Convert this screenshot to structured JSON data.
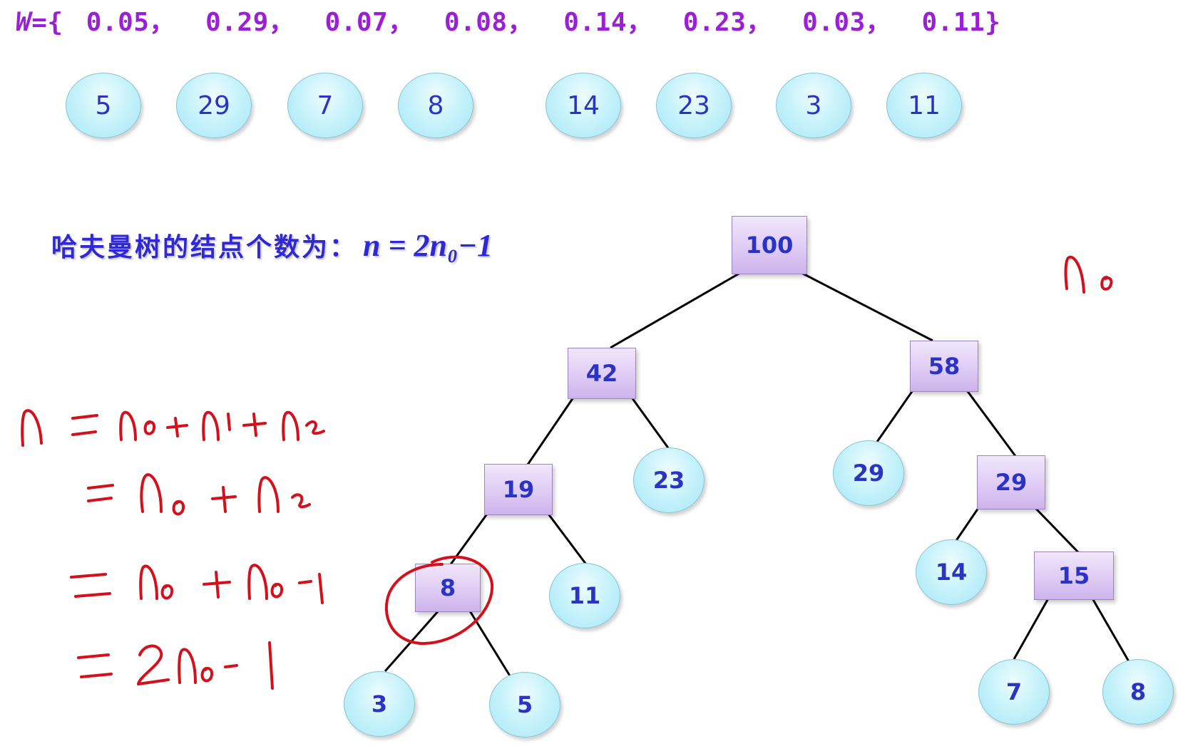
{
  "weights": {
    "var": "W",
    "open": "={",
    "items": [
      "0.05，",
      "0.29，",
      "0.07，",
      "0.08，",
      "0.14，",
      "0.23，",
      "0.03，",
      "0.11"
    ],
    "close": "}"
  },
  "leaf_nodes": [
    "5",
    "29",
    "7",
    "8",
    "14",
    "23",
    "3",
    "11"
  ],
  "formula": {
    "label": "哈夫曼树的结点个数为：",
    "expression": "n = 2n₀−1"
  },
  "tree": {
    "nodes": {
      "root": "100",
      "n42": "42",
      "n58": "58",
      "n19": "19",
      "n23": "23",
      "n29_leaf": "29",
      "n29_inner": "29",
      "n8_inner": "8",
      "n11": "11",
      "n14": "14",
      "n15": "15",
      "n3": "3",
      "n5": "5",
      "n7": "7",
      "n8_leaf": "8"
    },
    "edges": [
      [
        "root",
        "n42"
      ],
      [
        "root",
        "n58"
      ],
      [
        "n42",
        "n19"
      ],
      [
        "n42",
        "n23"
      ],
      [
        "n58",
        "n29_leaf"
      ],
      [
        "n58",
        "n29_inner"
      ],
      [
        "n19",
        "n8_inner"
      ],
      [
        "n19",
        "n11"
      ],
      [
        "n29_inner",
        "n14"
      ],
      [
        "n29_inner",
        "n15"
      ],
      [
        "n8_inner",
        "n3"
      ],
      [
        "n8_inner",
        "n5"
      ],
      [
        "n15",
        "n7"
      ],
      [
        "n15",
        "n8_leaf"
      ]
    ]
  },
  "colors": {
    "weights_text": "#9a1fd6",
    "node_text": "#2b33c4",
    "ink": "#d4101c",
    "edge": "#000000"
  }
}
